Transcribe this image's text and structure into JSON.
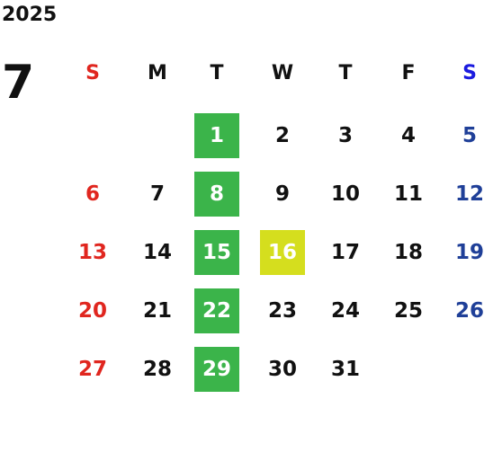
{
  "year": "2025",
  "month": "7",
  "weekdays": [
    "S",
    "M",
    "T",
    "W",
    "T",
    "F",
    "S"
  ],
  "colors": {
    "sunday": "#e0261f",
    "saturday": "#1f3f98",
    "saturday_header": "#1a1adf",
    "highlight_green": "#3bb44a",
    "highlight_yellow": "#d5de1e"
  },
  "weeks": [
    [
      null,
      null,
      {
        "day": "1",
        "highlight": "green"
      },
      {
        "day": "2"
      },
      {
        "day": "3"
      },
      {
        "day": "4"
      },
      {
        "day": "5"
      }
    ],
    [
      {
        "day": "6"
      },
      {
        "day": "7"
      },
      {
        "day": "8",
        "highlight": "green"
      },
      {
        "day": "9"
      },
      {
        "day": "10"
      },
      {
        "day": "11"
      },
      {
        "day": "12"
      }
    ],
    [
      {
        "day": "13"
      },
      {
        "day": "14"
      },
      {
        "day": "15",
        "highlight": "green"
      },
      {
        "day": "16",
        "highlight": "yellow"
      },
      {
        "day": "17"
      },
      {
        "day": "18"
      },
      {
        "day": "19"
      }
    ],
    [
      {
        "day": "20"
      },
      {
        "day": "21"
      },
      {
        "day": "22",
        "highlight": "green"
      },
      {
        "day": "23"
      },
      {
        "day": "24"
      },
      {
        "day": "25"
      },
      {
        "day": "26"
      }
    ],
    [
      {
        "day": "27"
      },
      {
        "day": "28"
      },
      {
        "day": "29",
        "highlight": "green"
      },
      {
        "day": "30"
      },
      {
        "day": "31"
      },
      null,
      null
    ]
  ]
}
